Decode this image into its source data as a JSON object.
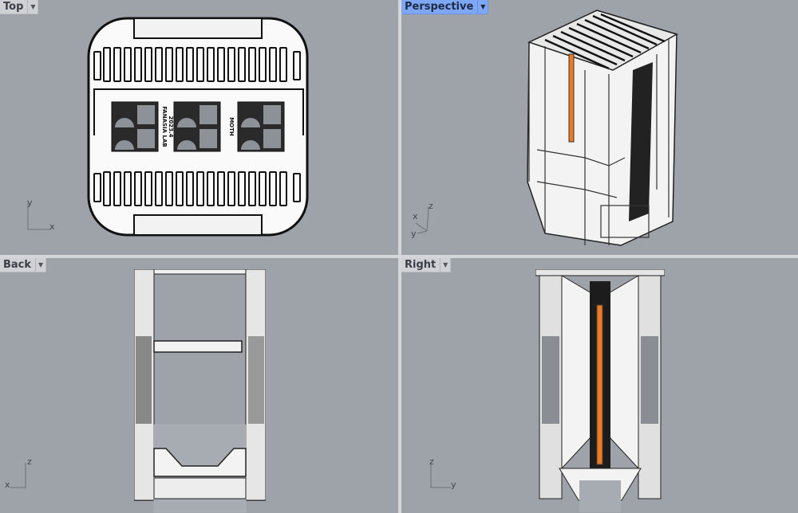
{
  "app": "Rhino",
  "viewports": [
    {
      "id": "top",
      "label": "Top",
      "active": false,
      "axes": {
        "horizontal": "x",
        "vertical": "y"
      }
    },
    {
      "id": "perspective",
      "label": "Perspective",
      "active": true,
      "axes": {
        "a": "x",
        "b": "y",
        "c": "z"
      }
    },
    {
      "id": "back",
      "label": "Back",
      "active": false,
      "axes": {
        "horizontal": "x",
        "vertical": "z"
      }
    },
    {
      "id": "right",
      "label": "Right",
      "active": false,
      "axes": {
        "horizontal": "y",
        "vertical": "z"
      }
    }
  ],
  "model": {
    "engraving_line1": "FANASIA LAB",
    "engraving_line2": "2023.4",
    "engraving_name": "MOTH"
  },
  "colors": {
    "viewport_bg": "#9ea2a9",
    "active_tab": "#7ea7f5",
    "accent_orange": "#f07a1e"
  },
  "dropdown_icon": "chevron-down-icon"
}
